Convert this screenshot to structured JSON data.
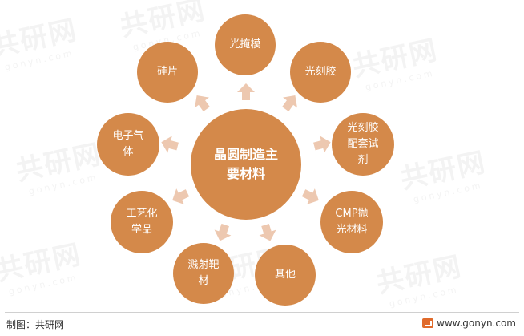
{
  "diagram": {
    "center": {
      "line1": "晶圆制造主",
      "line2": "要材料"
    },
    "nodes": [
      {
        "line1": "光掩模",
        "line2": ""
      },
      {
        "line1": "光刻胶",
        "line2": ""
      },
      {
        "line1": "光刻胶",
        "line2": "配套试",
        "line3": "剂"
      },
      {
        "line1": "CMP抛",
        "line2": "光材料"
      },
      {
        "line1": "其他",
        "line2": ""
      },
      {
        "line1": "溅射靶",
        "line2": "材"
      },
      {
        "line1": "工艺化",
        "line2": "学品"
      },
      {
        "line1": "电子气",
        "line2": "体"
      },
      {
        "line1": "硅片",
        "line2": ""
      }
    ]
  },
  "colors": {
    "node_fill": "#d4894a",
    "arrow_fill": "#edc8b0"
  },
  "footer": {
    "source": "制图：共研网",
    "site": "www.gonyn.com"
  },
  "watermark": {
    "text": "共研网",
    "sub": "gonyn.com"
  }
}
